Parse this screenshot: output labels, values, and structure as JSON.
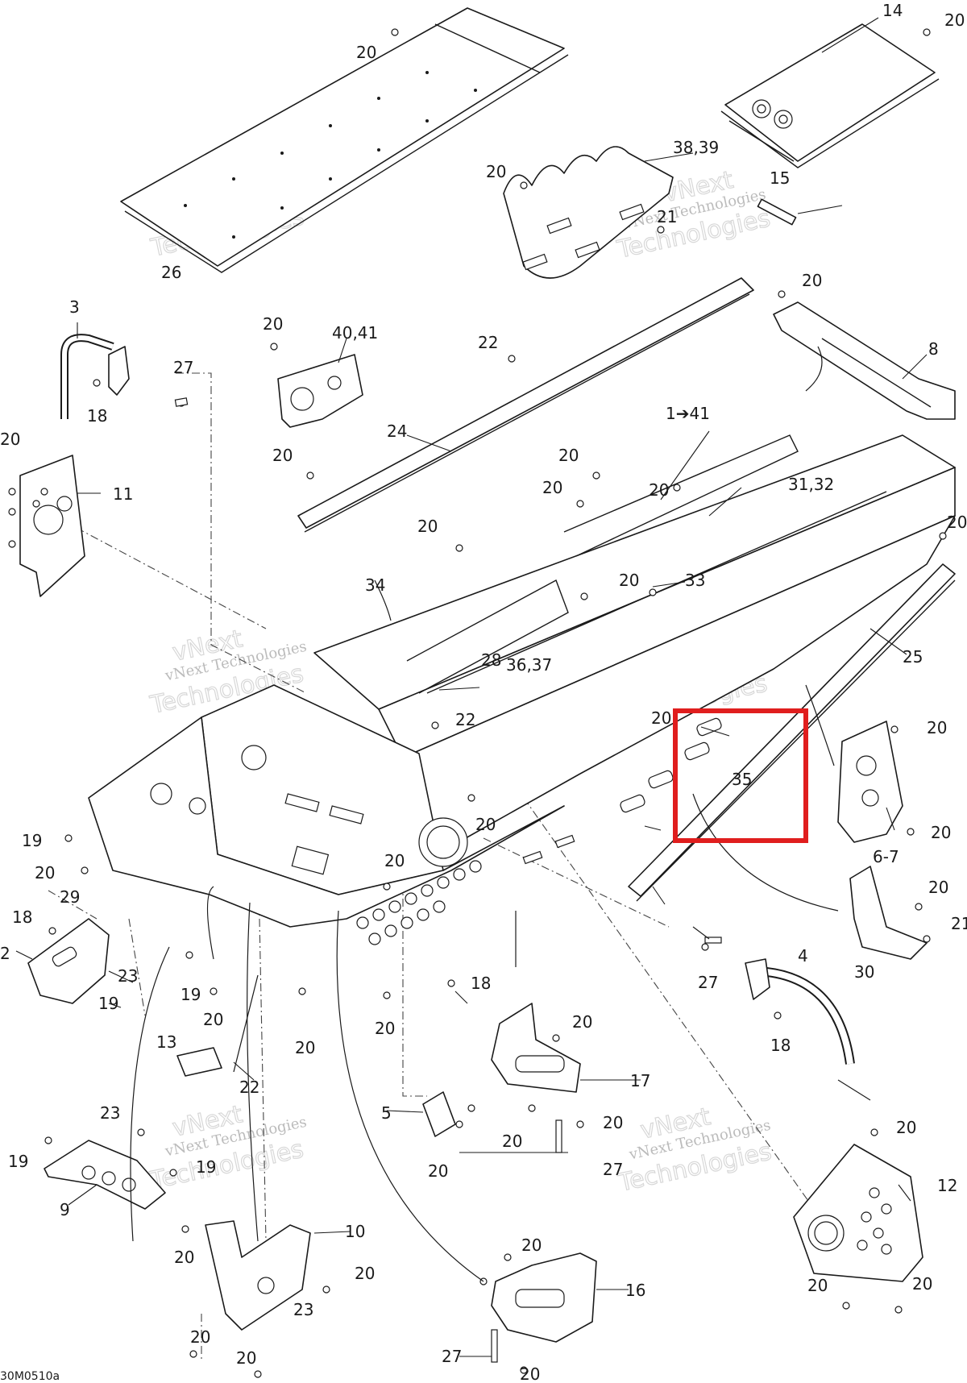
{
  "figure_code": "30M0510a",
  "watermark": {
    "line1": "vNext Technologies",
    "line2": "vNext",
    "line3": "Technologies"
  },
  "highlight_color": "#e01e1e",
  "callouts": [
    {
      "id": "c14",
      "text": "14"
    },
    {
      "id": "c20a",
      "text": "20"
    },
    {
      "id": "c20b",
      "text": "20"
    },
    {
      "id": "c38",
      "text": "38,39"
    },
    {
      "id": "c20c",
      "text": "20"
    },
    {
      "id": "c21a",
      "text": "21"
    },
    {
      "id": "c15",
      "text": "15"
    },
    {
      "id": "c26",
      "text": "26"
    },
    {
      "id": "c20d",
      "text": "20"
    },
    {
      "id": "c8",
      "text": "8"
    },
    {
      "id": "c3",
      "text": "3"
    },
    {
      "id": "c20e",
      "text": "20"
    },
    {
      "id": "c40",
      "text": "40,41"
    },
    {
      "id": "c22a",
      "text": "22"
    },
    {
      "id": "c27a",
      "text": "27"
    },
    {
      "id": "c18a",
      "text": "18"
    },
    {
      "id": "c1",
      "text": "1➔41"
    },
    {
      "id": "c20f",
      "text": "20"
    },
    {
      "id": "c11",
      "text": "11"
    },
    {
      "id": "c24",
      "text": "24"
    },
    {
      "id": "c20g",
      "text": "20"
    },
    {
      "id": "c20h",
      "text": "20"
    },
    {
      "id": "c20i",
      "text": "20"
    },
    {
      "id": "c20j",
      "text": "20"
    },
    {
      "id": "c31",
      "text": "31,32"
    },
    {
      "id": "c20k",
      "text": "20"
    },
    {
      "id": "c20l",
      "text": "20"
    },
    {
      "id": "c33",
      "text": "33"
    },
    {
      "id": "c34",
      "text": "34"
    },
    {
      "id": "c20m",
      "text": "20"
    },
    {
      "id": "c36",
      "text": "36,37"
    },
    {
      "id": "c28",
      "text": "28"
    },
    {
      "id": "c25",
      "text": "25"
    },
    {
      "id": "c22b",
      "text": "22"
    },
    {
      "id": "c20n",
      "text": "20"
    },
    {
      "id": "c35",
      "text": "35"
    },
    {
      "id": "c20o",
      "text": "20"
    },
    {
      "id": "c20p",
      "text": "20"
    },
    {
      "id": "c20q",
      "text": "20"
    },
    {
      "id": "c67",
      "text": "6-7"
    },
    {
      "id": "c19a",
      "text": "19"
    },
    {
      "id": "c20r",
      "text": "20"
    },
    {
      "id": "c20s",
      "text": "20"
    },
    {
      "id": "c20t",
      "text": "20"
    },
    {
      "id": "c21b",
      "text": "21"
    },
    {
      "id": "c18b",
      "text": "18"
    },
    {
      "id": "c29",
      "text": "29"
    },
    {
      "id": "c2",
      "text": "2"
    },
    {
      "id": "c23a",
      "text": "23"
    },
    {
      "id": "c19b",
      "text": "19"
    },
    {
      "id": "c19c",
      "text": "19"
    },
    {
      "id": "c20u",
      "text": "20"
    },
    {
      "id": "c18c",
      "text": "18"
    },
    {
      "id": "c20v",
      "text": "20"
    },
    {
      "id": "c20w",
      "text": "20"
    },
    {
      "id": "c27b",
      "text": "27"
    },
    {
      "id": "c4",
      "text": "4"
    },
    {
      "id": "c30",
      "text": "30"
    },
    {
      "id": "c18d",
      "text": "18"
    },
    {
      "id": "c13",
      "text": "13"
    },
    {
      "id": "c22c",
      "text": "22"
    },
    {
      "id": "c20x",
      "text": "20"
    },
    {
      "id": "c17",
      "text": "17"
    },
    {
      "id": "c23b",
      "text": "23"
    },
    {
      "id": "c5",
      "text": "5"
    },
    {
      "id": "c20y",
      "text": "20"
    },
    {
      "id": "c20z",
      "text": "20"
    },
    {
      "id": "c20aa",
      "text": "20"
    },
    {
      "id": "c20ab",
      "text": "20"
    },
    {
      "id": "c19d",
      "text": "19"
    },
    {
      "id": "c19e",
      "text": "19"
    },
    {
      "id": "c27c",
      "text": "27"
    },
    {
      "id": "c9",
      "text": "9"
    },
    {
      "id": "c12",
      "text": "12"
    },
    {
      "id": "c10",
      "text": "10"
    },
    {
      "id": "c20ac",
      "text": "20"
    },
    {
      "id": "c20ad",
      "text": "20"
    },
    {
      "id": "c20ae",
      "text": "20"
    },
    {
      "id": "c20af",
      "text": "20"
    },
    {
      "id": "c20ag",
      "text": "20"
    },
    {
      "id": "c16",
      "text": "16"
    },
    {
      "id": "c23c",
      "text": "23"
    },
    {
      "id": "c20ah",
      "text": "20"
    },
    {
      "id": "c27d",
      "text": "27"
    },
    {
      "id": "c20ai",
      "text": "20"
    },
    {
      "id": "c20aj",
      "text": "20"
    }
  ]
}
